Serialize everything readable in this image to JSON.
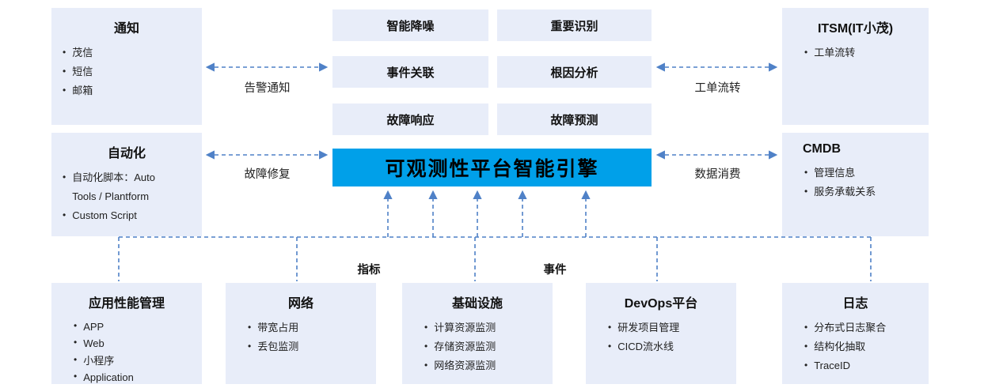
{
  "colors": {
    "box-bg": "#e8edf9",
    "engine-bg": "#00a0e9",
    "arrow": "#4f81c7",
    "text": "#1a1a1a"
  },
  "glyphs": {
    "bullet": "•"
  },
  "engine": {
    "label": "可观测性平台智能引擎"
  },
  "capabilities": [
    "智能降噪",
    "重要识别",
    "事件关联",
    "根因分析",
    "故障响应",
    "故障预测"
  ],
  "left_boxes": [
    {
      "title": "通知",
      "items": [
        "茂信",
        "短信",
        "邮箱"
      ]
    },
    {
      "title": "自动化",
      "items": [
        "自动化脚本：Auto Tools / Plantform",
        "Custom Script"
      ]
    }
  ],
  "right_boxes": [
    {
      "title": "ITSM(IT小茂)",
      "items": [
        "工单流转"
      ]
    },
    {
      "title": "CMDB",
      "items": [
        "管理信息",
        "服务承载关系"
      ]
    }
  ],
  "bottom_boxes": [
    {
      "title": "应用性能管理",
      "items": [
        "APP",
        "Web",
        "小程序",
        "Application"
      ]
    },
    {
      "title": "网络",
      "items": [
        "带宽占用",
        "丢包监测"
      ]
    },
    {
      "title": "基础设施",
      "items": [
        "计算资源监测",
        "存储资源监测",
        "网络资源监测"
      ]
    },
    {
      "title": "DevOps平台",
      "items": [
        "研发项目管理",
        "CICD流水线"
      ]
    },
    {
      "title": "日志",
      "items": [
        "分布式日志聚合",
        "结构化抽取",
        "TraceID"
      ]
    }
  ],
  "arrow_labels": {
    "alert": "告警通知",
    "ticket": "工单流转",
    "repair": "故障修复",
    "consume": "数据消费",
    "metrics": "指标",
    "events": "事件"
  }
}
